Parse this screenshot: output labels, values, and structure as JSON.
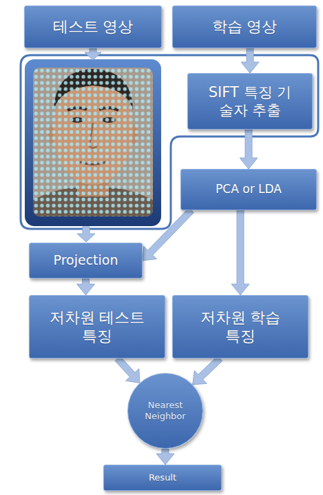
{
  "diagram": {
    "nodes": [
      {
        "text": [
          "테스트 영상"
        ]
      },
      {
        "text": [
          "학습 영상"
        ]
      },
      {
        "text": [
          "SIFT 특징 기술자 추출"
        ]
      },
      {
        "text": [
          "PCA or LDA"
        ]
      },
      {
        "text": [
          "Projection"
        ]
      },
      {
        "text": [
          "저차원 테스트 특징"
        ]
      },
      {
        "text": [
          "저차원 학습 특징"
        ]
      },
      {
        "text": [
          "Nearest Neighbor"
        ]
      },
      {
        "text": [
          "Result"
        ]
      }
    ],
    "edges": [
      {
        "from": 1,
        "to": 2,
        "arrow": "to"
      },
      {
        "from": 2,
        "to": 3,
        "arrow": "to"
      },
      {
        "from": 3,
        "to": 4,
        "arrow": "to"
      },
      {
        "from": 4,
        "to": 5,
        "arrow": "to"
      },
      {
        "from": 3,
        "to": 6,
        "arrow": "to"
      },
      {
        "from": 5,
        "to": 7,
        "arrow": "to"
      },
      {
        "from": 6,
        "to": 7,
        "arrow": "to"
      },
      {
        "from": 7,
        "to": 8,
        "arrow": "to"
      }
    ]
  }
}
